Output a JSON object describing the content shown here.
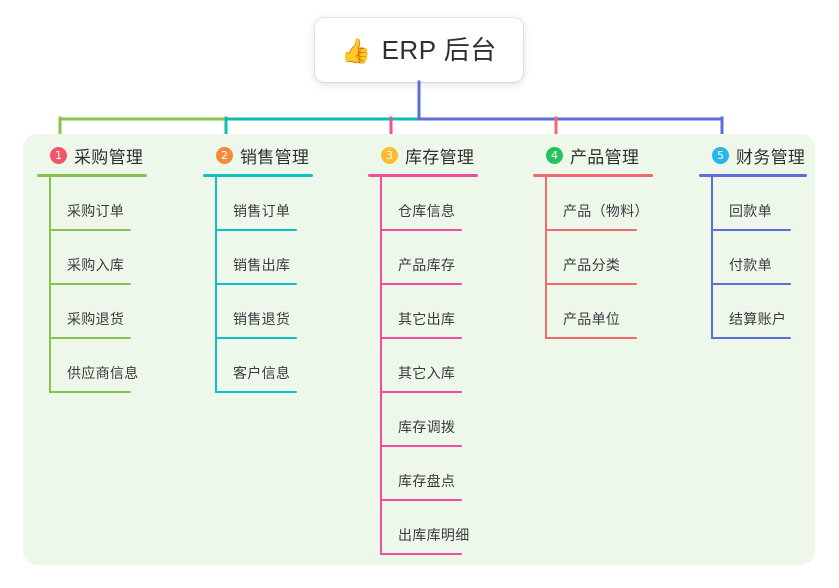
{
  "diagram": {
    "type": "org-tree-mindmap",
    "background_color": "#ffffff",
    "panel_color": "#eef8ea",
    "root": {
      "icon": "thumbs-up-icon",
      "emoji": "👍",
      "label": "ERP 后台"
    },
    "columns": [
      {
        "number": "1",
        "title": "采购管理",
        "badge_color": "#f25668",
        "line_color": "#86c44d",
        "connector_color": "#86c44d",
        "items": [
          "采购订单",
          "采购入库",
          "采购退货",
          "供应商信息"
        ]
      },
      {
        "number": "2",
        "title": "销售管理",
        "badge_color": "#f58a3c",
        "line_color": "#16bfbf",
        "connector_color": "#0fbcb4",
        "items": [
          "销售订单",
          "销售出库",
          "销售退货",
          "客户信息"
        ]
      },
      {
        "number": "3",
        "title": "库存管理",
        "badge_color": "#fbbc2e",
        "line_color": "#ee4e9b",
        "connector_color": "#ee4e9b",
        "items": [
          "仓库信息",
          "产品库存",
          "其它出库",
          "其它入库",
          "库存调拨",
          "库存盘点",
          "出库库明细"
        ]
      },
      {
        "number": "4",
        "title": "产品管理",
        "badge_color": "#23c45e",
        "line_color": "#f4696e",
        "connector_color": "#f4696e",
        "items": [
          "产品（物料）",
          "产品分类",
          "产品单位"
        ]
      },
      {
        "number": "5",
        "title": "财务管理",
        "badge_color": "#29b6e8",
        "line_color": "#5b6fd6",
        "connector_color": "#5b6fd6",
        "items": [
          "回款单",
          "付款单",
          "结算账户"
        ]
      }
    ],
    "root_stem_color": "#5b6fd6"
  }
}
